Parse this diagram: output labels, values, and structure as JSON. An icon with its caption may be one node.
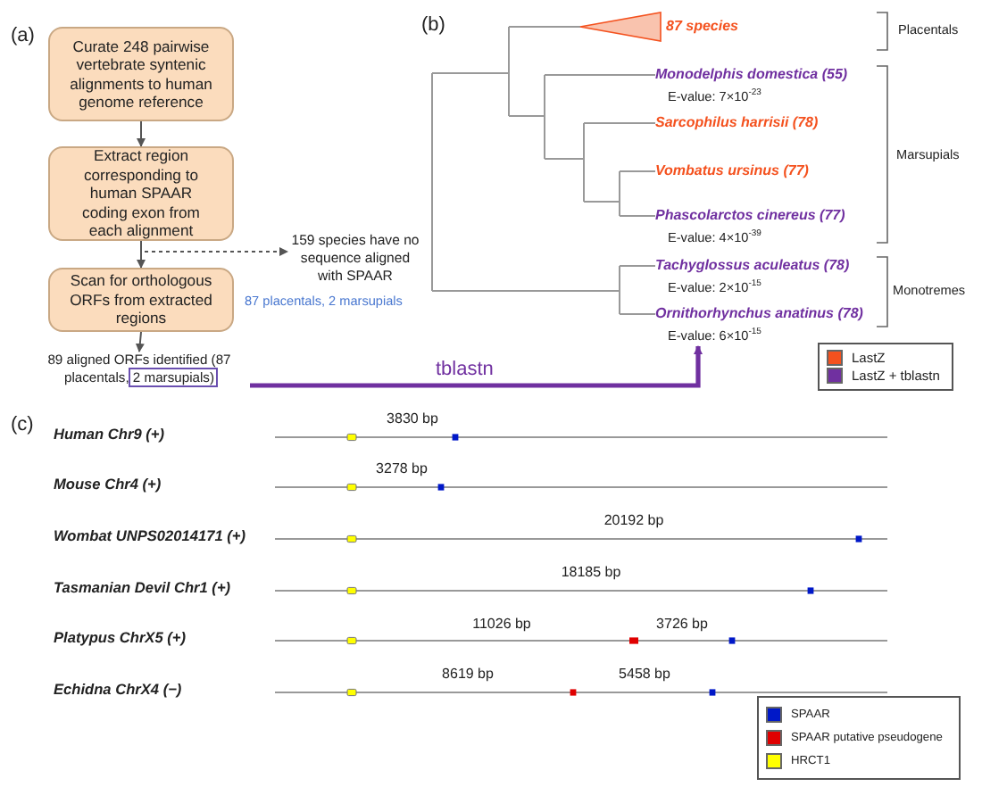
{
  "diagram": {
    "nodes": [
      {
        "text": [
          "Curate 248 pairwise vertebrate syntenic alignments to human genome reference"
        ]
      },
      {
        "text": [
          "Extract region corresponding to human SPAAR coding exon from each alignment"
        ]
      },
      {
        "text": [
          "Scan for orthologous ORFs from extracted regions"
        ]
      },
      {
        "text": [
          "89 aligned ORFs identified (87 placentals, 2 marsupials)"
        ]
      },
      {
        "text": [
          "159 species have no sequence aligned with SPAAR"
        ]
      },
      {
        "text": [
          "87 species"
        ]
      },
      {
        "text": [
          "Monodelphis domestica (55)"
        ],
        "beside": [
          "E-value: 7×10$^{-23}$"
        ]
      },
      {
        "text": [
          "Sarcophilus harrisii (78)"
        ]
      },
      {
        "text": [
          "Vombatus ursinus (77)"
        ]
      },
      {
        "text": [
          "Phascolarctos cinereus (77)"
        ],
        "beside": [
          "E-value: 4×10$^{-39}$"
        ]
      },
      {
        "text": [
          "Tachyglossus aculeatus (78)"
        ],
        "beside": [
          "E-value: 2×10$^{-15}$"
        ]
      },
      {
        "text": [
          "Ornithorhynchus anatinus (78)"
        ],
        "beside": [
          "E-value: 6×10$^{-15}$"
        ]
      }
    ],
    "edges": [
      {
        "from": 0,
        "to": 1,
        "arrow": "to"
      },
      {
        "from": 1,
        "to": 2,
        "arrow": "to"
      },
      {
        "from": 2,
        "to": 3,
        "arrow": "to"
      },
      {
        "from": 1,
        "to": 4,
        "arrow": "to",
        "style": "dashed"
      },
      {
        "from": 3,
        "to": 11,
        "arrow": "to",
        "label": "tblastn",
        "style": "thick",
        "color": "#7030a0"
      }
    ],
    "labels": [
      "(a)",
      "87 placentals, 2 marsupials",
      "(b)",
      "Placentals",
      "Marsupials",
      "Monotremes",
      "(c)",
      "Human Chr9 (+)",
      "3830 bp",
      "Mouse Chr4 (+)",
      "3278 bp",
      "Wombat UNPS02014171 (+)",
      "20192 bp",
      "Tasmanian Devil Chr1 (+)",
      "18185 bp",
      "Platypus ChrX5 (+)",
      "11026 bp",
      "3726 bp",
      "Echidna ChrX4 (−)",
      "8619 bp",
      "5458 bp"
    ],
    "legend": [
      {
        "text": "LastZ",
        "color": "#f4511e"
      },
      {
        "text": "LastZ + tblastn",
        "color": "#7030a0"
      },
      {
        "text": "SPAAR",
        "color": "#0018c8"
      },
      {
        "text": "SPAAR putative pseudogene",
        "color": "#e00000"
      },
      {
        "text": "HRCT1",
        "color": "#ffff00"
      }
    ]
  }
}
